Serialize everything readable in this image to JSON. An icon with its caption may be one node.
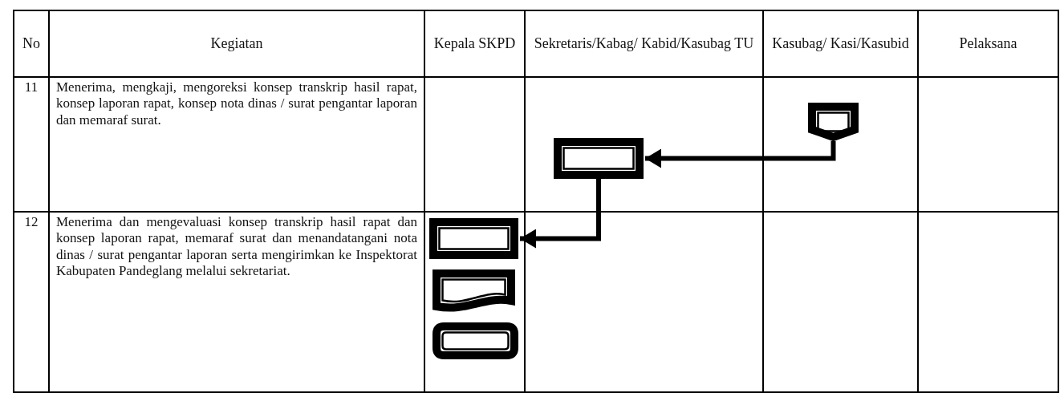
{
  "diagram": {
    "nodes": [
      {
        "text": [],
        "shape": "pentagon"
      },
      {
        "text": [],
        "shape": "box"
      },
      {
        "text": [],
        "shape": "box"
      },
      {
        "text": [],
        "shape": "document"
      },
      {
        "text": [],
        "shape": "terminator"
      }
    ],
    "edges": [
      {
        "from": 0,
        "to": 1,
        "arrow": "to"
      },
      {
        "from": 1,
        "to": 2,
        "arrow": "to"
      }
    ],
    "labels": [
      "No",
      "Kegiatan",
      "Kepala SKPD",
      "Sekretaris/Kabag/ Kabid/Kasubag TU",
      "Kasubag/ Kasi/Kasubid",
      "Pelaksana",
      "11",
      "Menerima, mengkaji, mengoreksi konsep transkrip hasil rapat, konsep laporan rapat, konsep nota dinas / surat pengantar laporan dan memaraf surat.",
      "12",
      "Menerima dan mengevaluasi konsep transkrip hasil rapat dan konsep laporan rapat, memaraf surat dan menandatangani nota dinas / surat pengantar laporan serta mengirimkan ke Inspektorat Kabupaten Pandeglang melalui sekretariat."
    ]
  }
}
